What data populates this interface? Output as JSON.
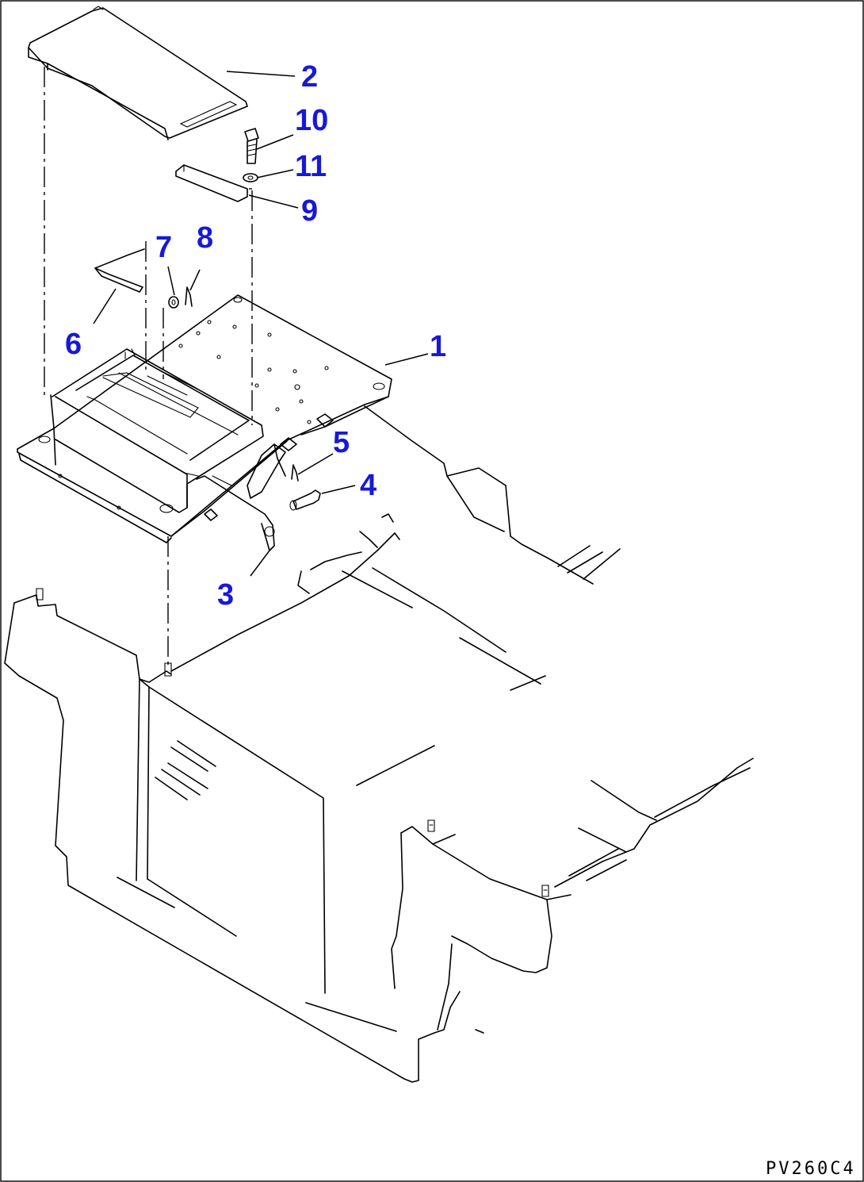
{
  "diagram": {
    "drawing_code": "PV260C4",
    "callout_color": "#1818d8",
    "callouts": [
      {
        "id": "c1",
        "label": "1"
      },
      {
        "id": "c2",
        "label": "2"
      },
      {
        "id": "c3",
        "label": "3"
      },
      {
        "id": "c4",
        "label": "4"
      },
      {
        "id": "c5",
        "label": "5"
      },
      {
        "id": "c6",
        "label": "6"
      },
      {
        "id": "c7",
        "label": "7"
      },
      {
        "id": "c8",
        "label": "8"
      },
      {
        "id": "c9",
        "label": "9"
      },
      {
        "id": "c10",
        "label": "10"
      },
      {
        "id": "c11",
        "label": "11"
      }
    ]
  }
}
